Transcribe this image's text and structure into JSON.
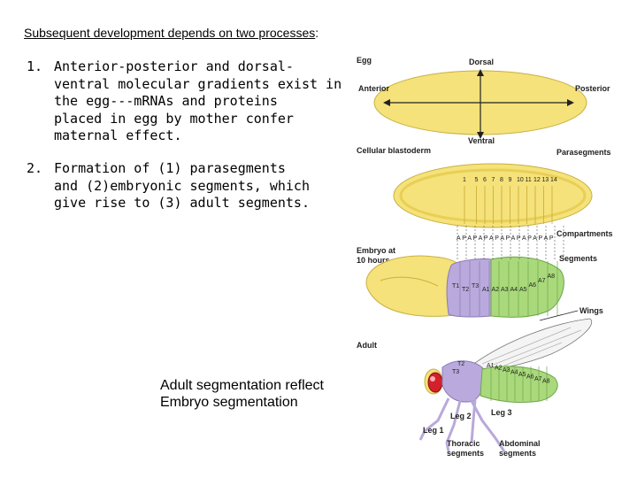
{
  "slide": {
    "heading": "Subsequent development depends on two processes",
    "heading_suffix": ":",
    "items": [
      {
        "number": "1.",
        "text": "Anterior-posterior and dorsal-\nventral molecular gradients exist in\nthe egg---mRNAs and proteins\nplaced in egg by mother confer\nmaternal effect."
      },
      {
        "number": "2.",
        "text": "Formation of (1) parasegments\nand (2)embryonic segments, which\ngive rise to (3) adult segments."
      }
    ],
    "caption": "Adult segmentation reflect\nEmbryo segmentation"
  },
  "figure": {
    "labels": {
      "egg": "Egg",
      "dorsal": "Dorsal",
      "anterior": "Anterior",
      "posterior": "Posterior",
      "ventral": "Ventral",
      "blastoderm": "Cellular blastoderm",
      "parasegments": "Parasegments",
      "compartments": "Compartments",
      "embryo": "Embryo at",
      "embryo2": "10 hours",
      "segments": "Segments",
      "wings": "Wings",
      "adult": "Adult",
      "leg1": "Leg 1",
      "leg2": "Leg 2",
      "leg3": "Leg 3",
      "thoracic": "Thoracic",
      "abdominal": "Abdominal",
      "segments_word": "segments",
      "compartment_letters": "A P A P A P A P A P A P A P A P A P"
    },
    "parasegment_numbers": [
      "1",
      "5",
      "6",
      "7",
      "8",
      "9",
      "10",
      "11",
      "12",
      "13",
      "14"
    ],
    "embryo_thoracic": [
      "T1",
      "T2",
      "T3"
    ],
    "embryo_abdominal": [
      "A1",
      "A2",
      "A3",
      "A4",
      "A5",
      "A6",
      "A7",
      "A8"
    ],
    "adult_segments": [
      "T2",
      "T3",
      "A1",
      "A2",
      "A3",
      "A4",
      "A5",
      "A6",
      "A7",
      "A8"
    ],
    "colors": {
      "yellow": "#f5e27a",
      "yellow_dark": "#e8cf57",
      "purple": "#b9a9dc",
      "green": "#a9d97b",
      "eye": "#d4202a"
    }
  }
}
